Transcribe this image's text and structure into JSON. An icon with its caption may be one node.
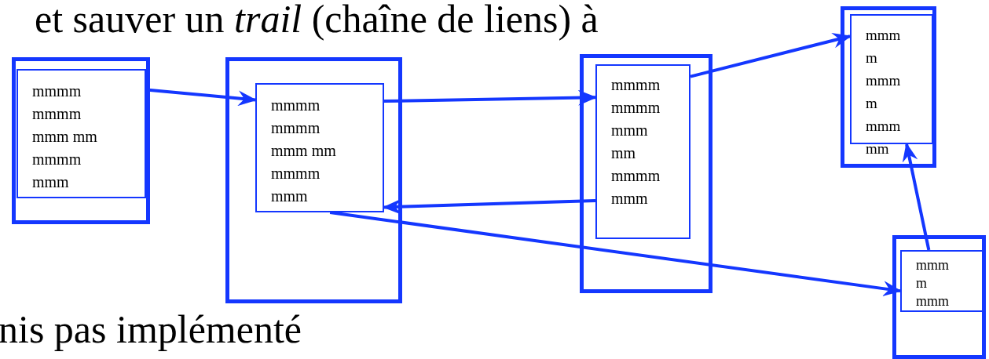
{
  "diagram": {
    "nodes": [
      {
        "text": [],
        "shape": "box"
      },
      {
        "text": [
          "mmmm",
          "mmmm",
          "mmm mm",
          "mmmm",
          "mmm"
        ],
        "in": 0
      },
      {
        "text": [],
        "shape": "box"
      },
      {
        "text": [
          "mmmm",
          "mmmm",
          "mmm mm",
          "mmmm",
          "mmm"
        ],
        "in": 2
      },
      {
        "text": [],
        "shape": "box"
      },
      {
        "text": [
          "mmmm",
          "mmmm",
          "mmm",
          "mm",
          "mmmm",
          "mmm"
        ],
        "in": 4
      },
      {
        "text": [],
        "shape": "box"
      },
      {
        "text": [
          "mmm",
          "m",
          "mmm",
          "m",
          "mmm",
          "mm"
        ],
        "in": 6
      },
      {
        "text": [],
        "shape": "box"
      },
      {
        "text": [
          "mmm",
          "m",
          "mmm"
        ],
        "in": 8
      }
    ],
    "edges": [
      {
        "from": 1,
        "to": 3,
        "arrow": "to"
      },
      {
        "from": 3,
        "to": 5,
        "arrow": "to"
      },
      {
        "from": 5,
        "to": 7,
        "arrow": "to"
      },
      {
        "from": 5,
        "to": 3,
        "arrow": "to"
      },
      {
        "from": 3,
        "to": 9,
        "arrow": "to"
      },
      {
        "from": 9,
        "to": 7,
        "arrow": "to"
      }
    ],
    "labels": [
      "et sauver un *trail* (chaîne de liens) à",
      "nis pas implémenté"
    ]
  }
}
